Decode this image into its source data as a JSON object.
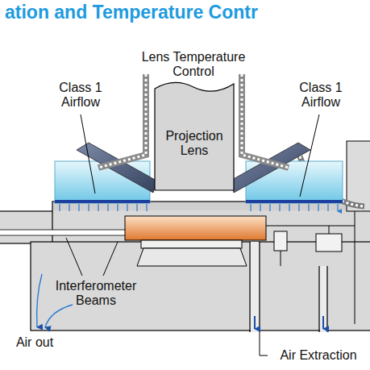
{
  "diagram": {
    "title": "ation and Temperature Contr",
    "nodes": [
      {
        "text": [
          "Projection Lens"
        ]
      }
    ],
    "labels": [
      "Lens Temperature Control",
      "Class 1 Airflow",
      "Class 1 Airflow",
      "Interferometer Beams",
      "Air out",
      "Air Extraction"
    ]
  }
}
